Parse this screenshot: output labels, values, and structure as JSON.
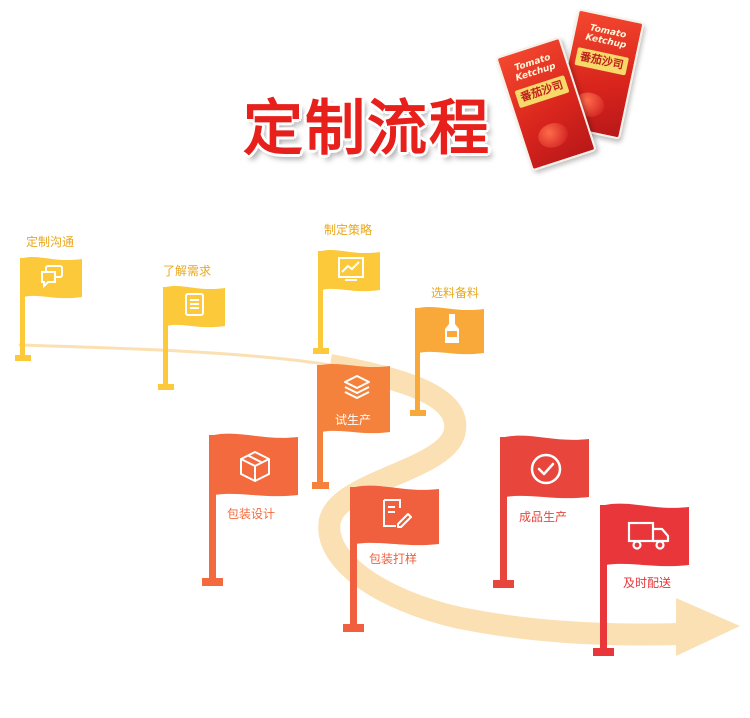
{
  "title": "定制流程",
  "packets": [
    {
      "band": "番茄沙司",
      "brand": "Tomato Ketchup"
    },
    {
      "band": "番茄沙司",
      "brand": "Tomato Ketchup"
    }
  ],
  "steps": [
    {
      "label": "定制沟通",
      "icon": "chat-icon",
      "color": "#fbc93a"
    },
    {
      "label": "了解需求",
      "icon": "document-icon",
      "color": "#fbc93a"
    },
    {
      "label": "制定策略",
      "icon": "chart-icon",
      "color": "#fbc93a"
    },
    {
      "label": "选料备料",
      "icon": "bottle-icon",
      "color": "#f8a93a"
    },
    {
      "label": "试生产",
      "icon": "layers-icon",
      "color": "#f5823c"
    },
    {
      "label": "包装设计",
      "icon": "box-icon",
      "color": "#f26a3e"
    },
    {
      "label": "包装打样",
      "icon": "edit-document-icon",
      "color": "#f0603e"
    },
    {
      "label": "成品生产",
      "icon": "check-circle-icon",
      "color": "#e8463c"
    },
    {
      "label": "及时配送",
      "icon": "truck-icon",
      "color": "#e8363a"
    }
  ],
  "colors": {
    "title": "#e8201c",
    "road": "#fbe0b4",
    "label_yellow": "#e9a81d",
    "label_white": "#ffffff"
  }
}
